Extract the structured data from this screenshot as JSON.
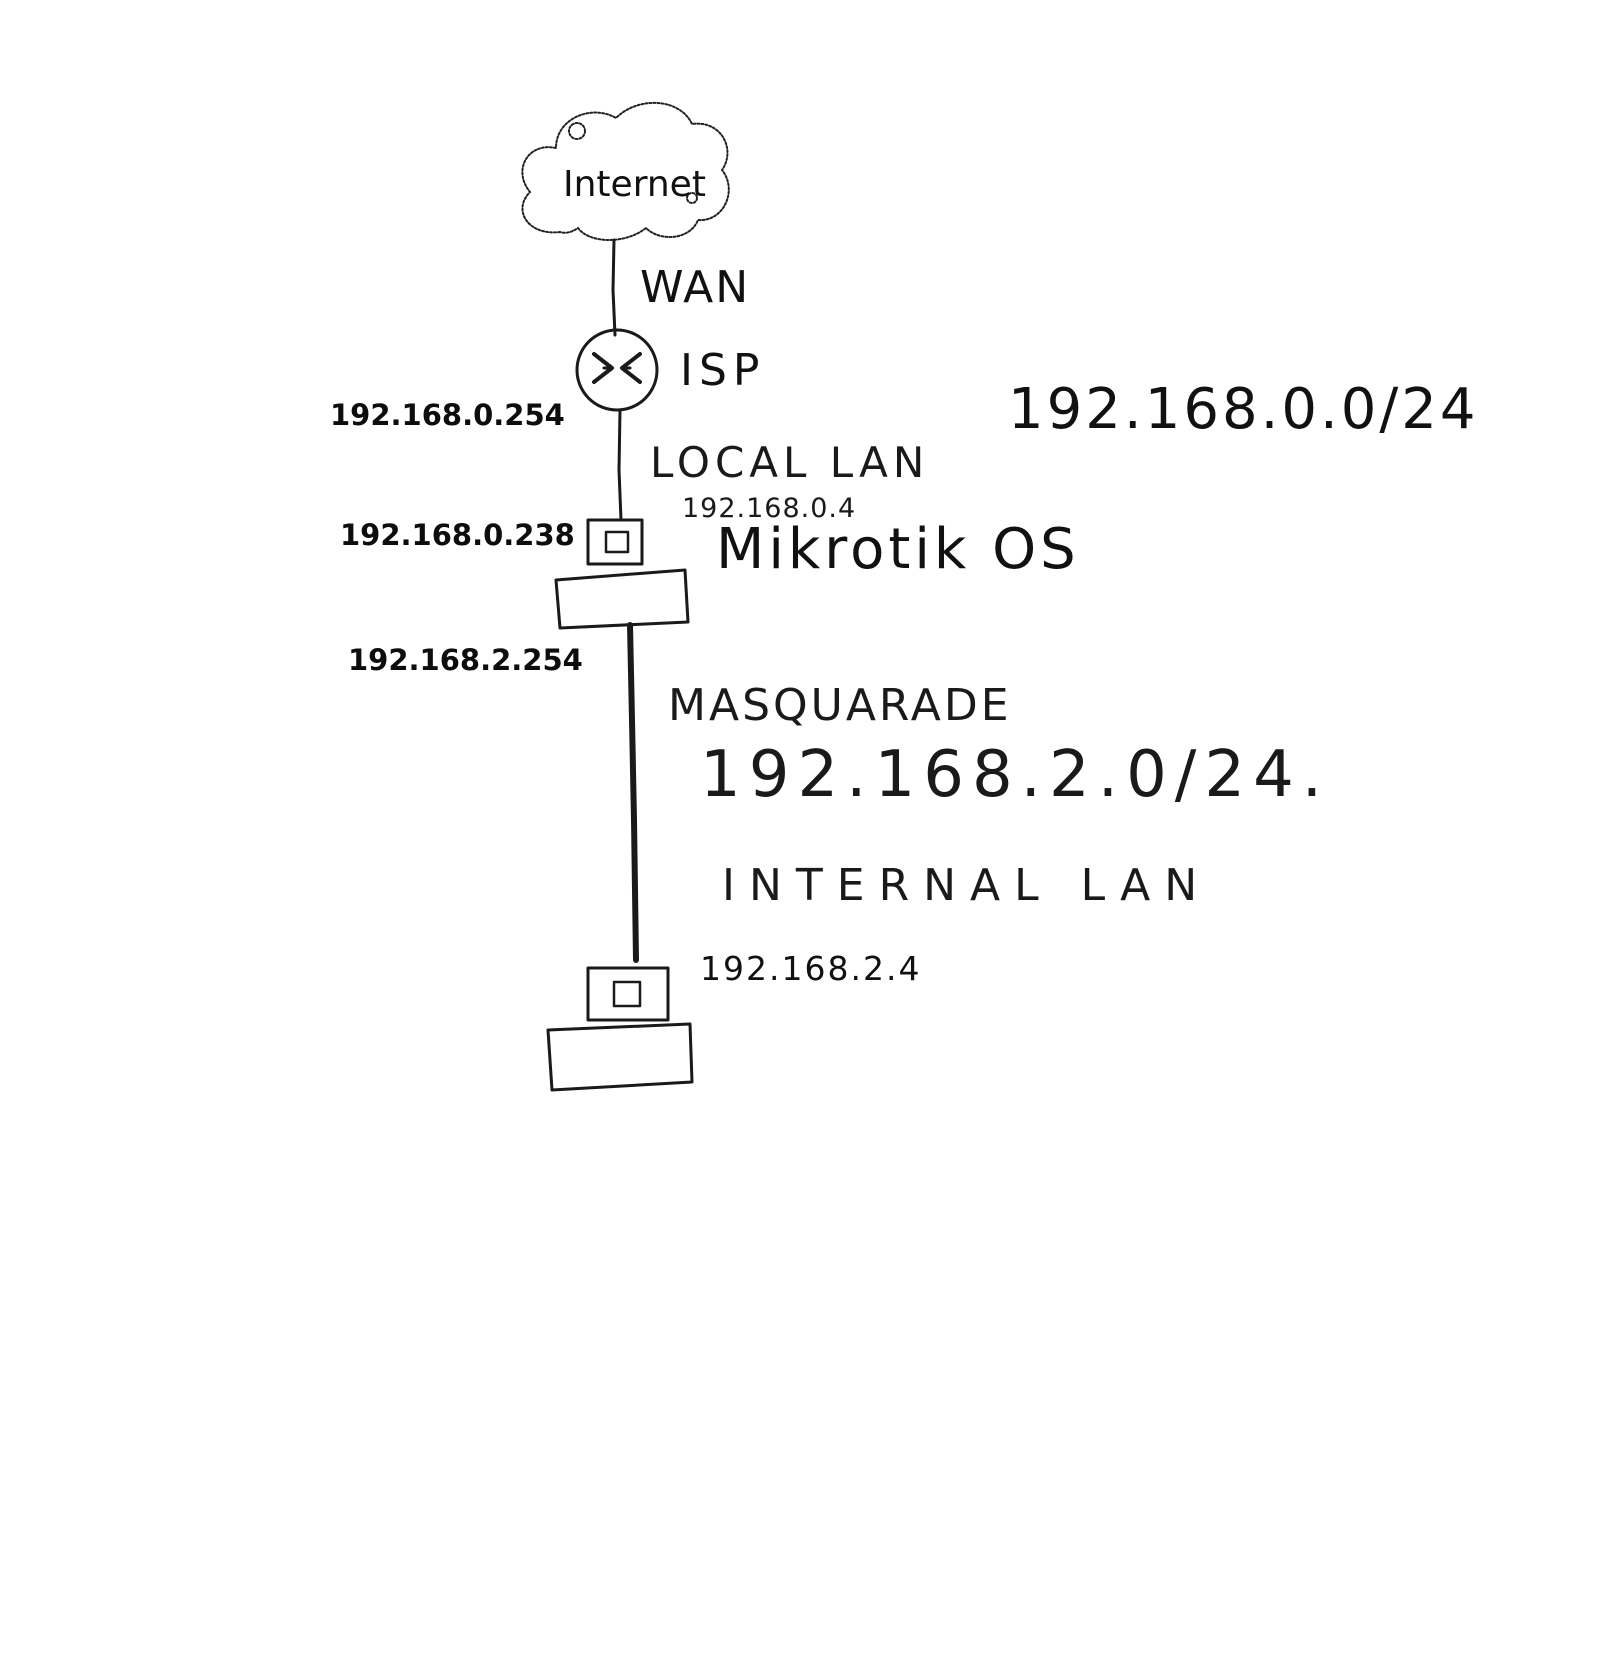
{
  "nodes": {
    "internet": {
      "label": "Internet"
    },
    "isp": {
      "label": "ISP",
      "lan_ip": "192.168.0.254"
    },
    "mikrotik": {
      "label": "Mikrotik OS",
      "wan_ip": "192.168.0.238",
      "ip_alt": "192.168.0.4",
      "lan_ip": "192.168.2.254"
    },
    "client": {
      "ip": "192.168.2.4"
    }
  },
  "links": {
    "wan": {
      "label": "WAN"
    },
    "local_lan": {
      "label": "LOCAL LAN",
      "subnet": "192.168.0.0/24"
    },
    "internal": {
      "nat": "MASQUARADE",
      "subnet": "192.168.2.0/24.",
      "label": "INTERNAL LAN"
    }
  },
  "colors": {
    "ink": "#111111",
    "paper": "#ffffff"
  }
}
